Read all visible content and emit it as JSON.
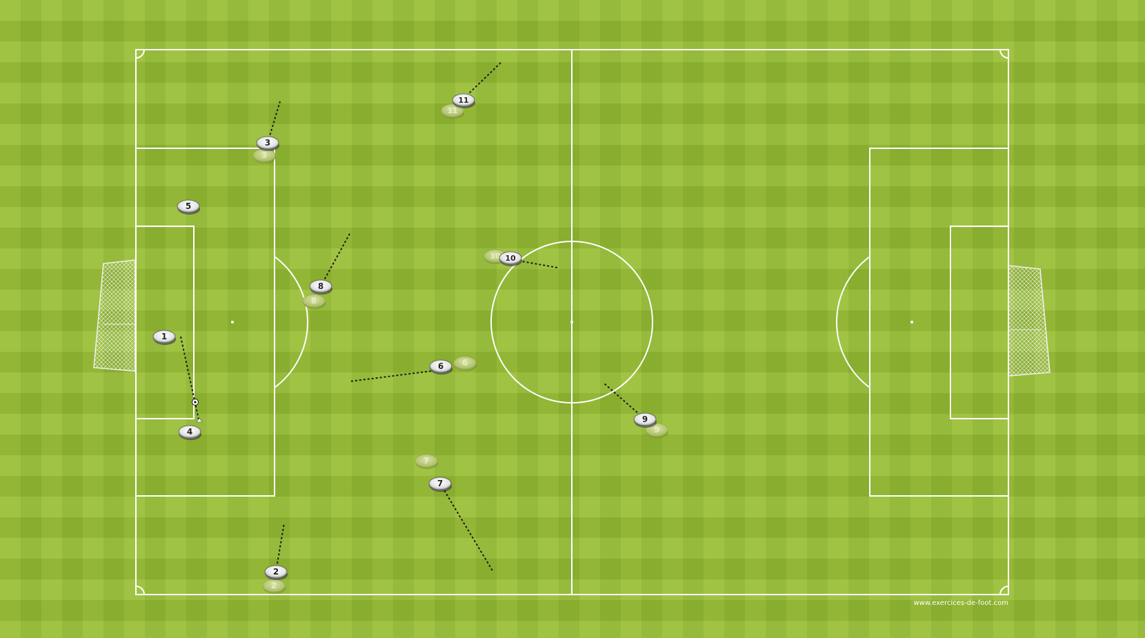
{
  "watermark": "www.exercices-de-foot.com",
  "colors": {
    "grass_light": "#9cc03a",
    "grass_dark": "#88ae2c",
    "line": "#ffffff",
    "disc_main": "#f4f4f4",
    "disc_ghost": "#c6d68a"
  },
  "players": [
    {
      "number": "1",
      "ghost": false
    },
    {
      "number": "2",
      "ghost": true
    },
    {
      "number": "3",
      "ghost": true
    },
    {
      "number": "4",
      "ghost": false
    },
    {
      "number": "5",
      "ghost": false
    },
    {
      "number": "6",
      "ghost": true
    },
    {
      "number": "7",
      "ghost": true
    },
    {
      "number": "8",
      "ghost": true
    },
    {
      "number": "9",
      "ghost": true
    },
    {
      "number": "10",
      "ghost": true
    },
    {
      "number": "11",
      "ghost": true
    }
  ]
}
